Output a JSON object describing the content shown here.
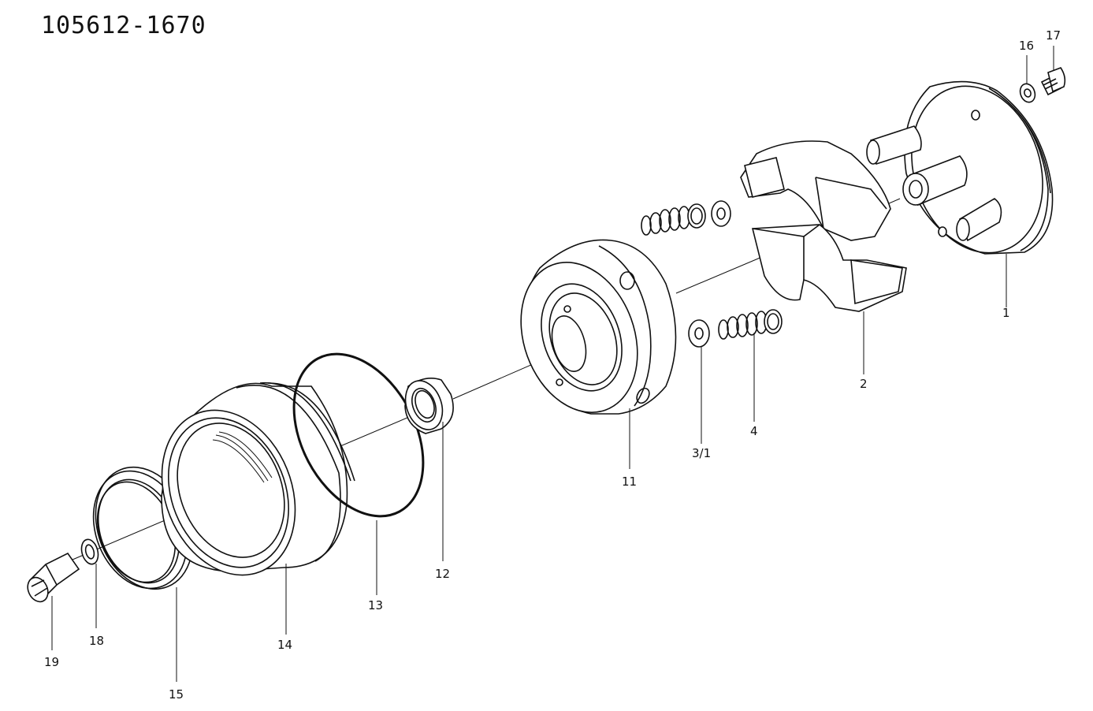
{
  "drawing": {
    "part_number": "105612-1670"
  },
  "callouts": [
    "1",
    "2",
    "3/1",
    "4",
    "11",
    "12",
    "13",
    "14",
    "15",
    "16",
    "17",
    "18",
    "19"
  ]
}
